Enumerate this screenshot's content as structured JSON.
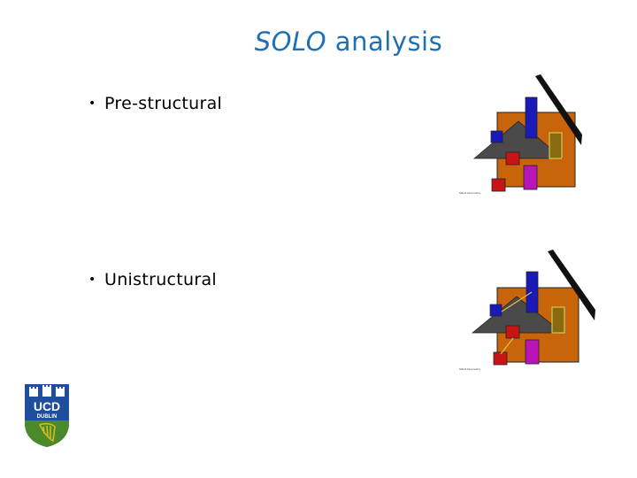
{
  "slide": {
    "title_italic": "SOLO",
    "title_rest": " analysis"
  },
  "bullets": [
    {
      "text": "Pre-structural"
    },
    {
      "text": "Unistructural"
    }
  ],
  "figures": [
    {
      "caption": "SOLO taxonomy"
    },
    {
      "caption": "SOLO taxonomy"
    }
  ],
  "logo": {
    "line1": "UCD",
    "line2": "DUBLIN"
  },
  "colors": {
    "title": "#1f6fb5",
    "orange_square": "#c8640a",
    "roof": "#4a4a4a",
    "blue": "#1a1ab8",
    "red": "#c81414",
    "magenta": "#b814b8",
    "olive": "#8a6a10",
    "logo_blue": "#1f4e9c",
    "logo_green": "#4a8a2a",
    "logo_gold": "#d8b820"
  }
}
